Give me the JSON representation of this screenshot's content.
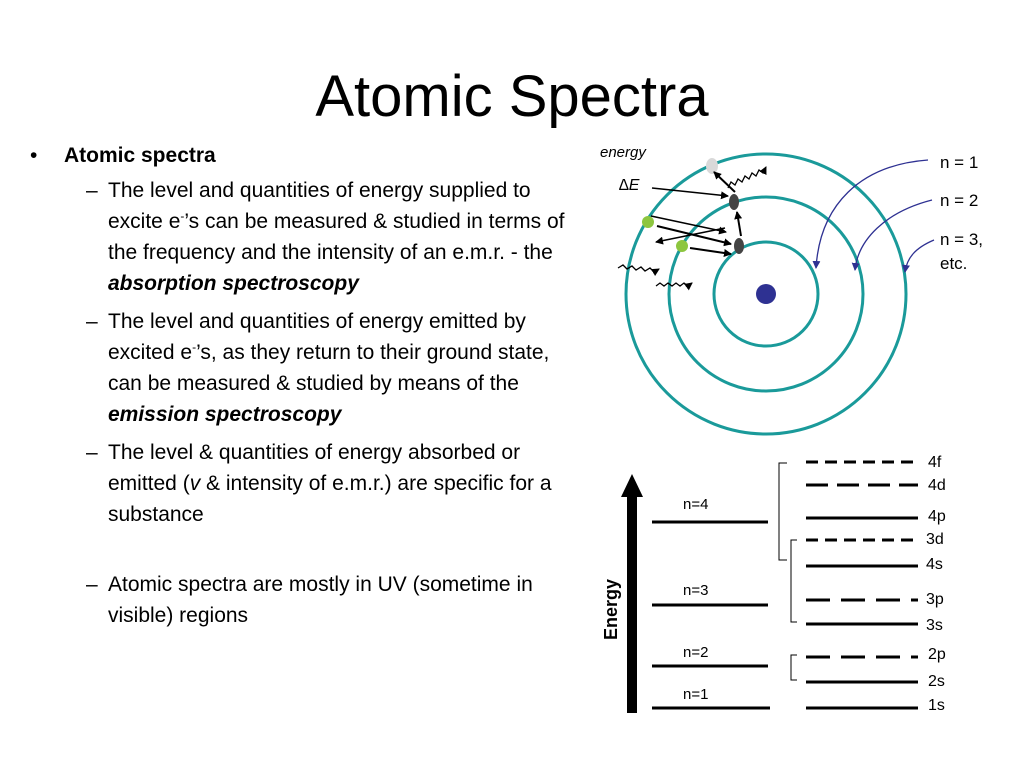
{
  "title": "Atomic Spectra",
  "bullets": {
    "main": "Atomic spectra",
    "dash": "–",
    "sub1": {
      "text": "The level and quantities of energy supplied to excite e",
      "sup": "-",
      "text2": "’s can be measured & studied in terms of the frequency and the intensity of an e.m.r. - the ",
      "emph": "absorption spectroscopy"
    },
    "sub2": {
      "text": "The level and quantities of energy emitted by excited e",
      "sup": "-",
      "text2": "’s, as they return to their ground state, can be measured & studied by means of the ",
      "emph": "emission spectroscopy"
    },
    "sub3": {
      "text": "The level & quantities of energy absorbed or emitted (",
      "emph": "v",
      "text2": " & intensity of e.m.r.) are specific for a substance"
    },
    "sub4": {
      "text": "Atomic spectra are mostly in UV (sometime in visible) regions"
    }
  },
  "atom_diagram": {
    "energy_label": "energy",
    "delta_e_label": "∆E",
    "orbit_labels": [
      "n = 1",
      "n = 2",
      "n = 3,",
      "etc."
    ],
    "colors": {
      "orbit": "#1a9a9a",
      "nucleus": "#2e3192",
      "excited_electron": "#8dc63f",
      "arrow": "#2e3192"
    }
  },
  "energy_diagram": {
    "axis_label": "Energy",
    "shell_labels": [
      "n=4",
      "n=3",
      "n=2",
      "n=1"
    ],
    "subshell_labels": [
      "4f",
      "4d",
      "4p",
      "3d",
      "4s",
      "3p",
      "3s",
      "2p",
      "2s",
      "1s"
    ]
  }
}
